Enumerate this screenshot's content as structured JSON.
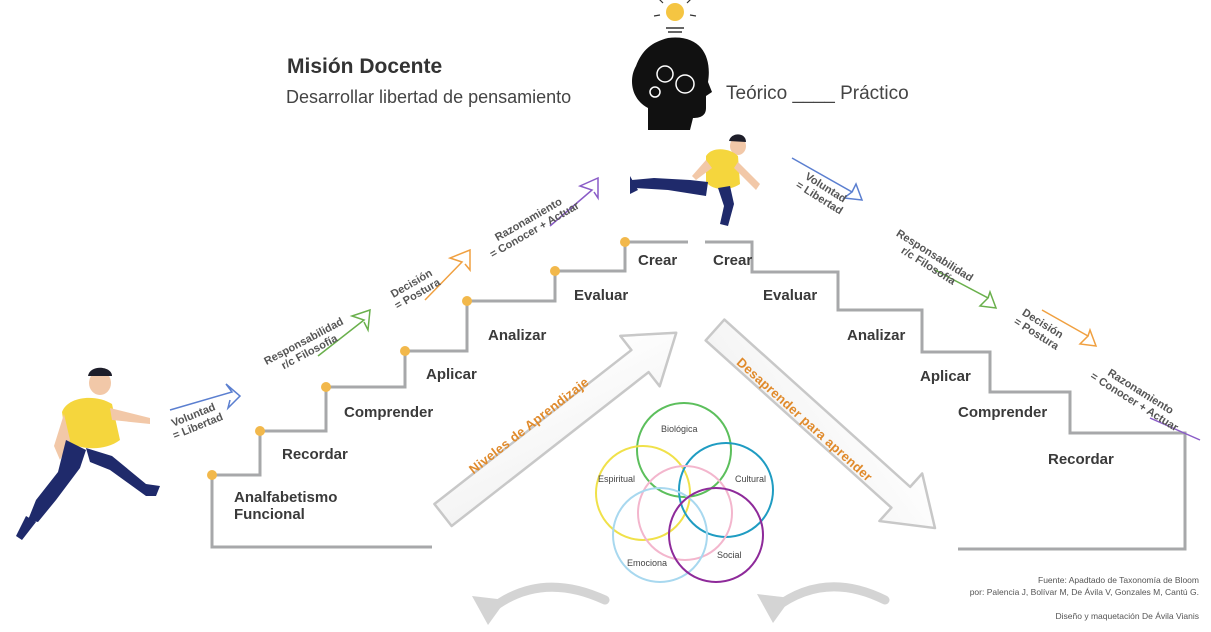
{
  "title": "Misión Docente",
  "subtitle": "Desarrollar libertad de pensamiento",
  "theory_practice": "Teórico ____ Práctico",
  "left_steps": [
    "Analfabetismo Funcional",
    "Recordar",
    "Comprender",
    "Aplicar",
    "Analizar",
    "Evaluar",
    "Crear"
  ],
  "right_steps": [
    "Crear",
    "Evaluar",
    "Analizar",
    "Aplicar",
    "Comprender",
    "Recordar"
  ],
  "left_diagonals": [
    {
      "l1": "Voluntad",
      "l2": "= Libertad"
    },
    {
      "l1": "Responsabilidad",
      "l2": "r/c Filosofía"
    },
    {
      "l1": "Decisión",
      "l2": "= Postura"
    },
    {
      "l1": "Razonamiento",
      "l2": "= Conocer + Actuar"
    }
  ],
  "right_diagonals": [
    {
      "l1": "Voluntad",
      "l2": "= Libertad"
    },
    {
      "l1": "Responsabilidad",
      "l2": "r/c Filosofía"
    },
    {
      "l1": "Decisión",
      "l2": "= Postura"
    },
    {
      "l1": "Razonamiento",
      "l2": "= Conocer + Actuar"
    }
  ],
  "arrow_up_label": "Niveles de Aprendizaje",
  "arrow_down_label": "Desaprender para aprender",
  "venn": [
    "Biológica",
    "Espiritual",
    "Cultural",
    "Emociona",
    "Social"
  ],
  "credits": {
    "line1": "Fuente: Apadtado de Taxonomía de Bloom",
    "line2": "por: Palencia J, Bolívar M, De Ávila V, Gonzales M, Cantú G.",
    "line3": "Diseño y maquetación De Ávila Vianis"
  },
  "colors": {
    "stairs": "#a7a8aa",
    "dots": "#f2b84b",
    "accent_orange": "#e08a2b",
    "arrow_blue": "#5b7fd0",
    "arrow_green": "#6ab04c",
    "arrow_orange": "#f0a040",
    "arrow_purple": "#8a5cc7",
    "shirt": "#f5d63d",
    "pants": "#1f2a6b",
    "venn_green": "#5cbf5c",
    "venn_teal": "#1f9cc2",
    "venn_yellow": "#f0e14a",
    "venn_pink": "#f3b6cd",
    "venn_lightblue": "#a8d8ef",
    "venn_purple": "#8e2a9a"
  }
}
